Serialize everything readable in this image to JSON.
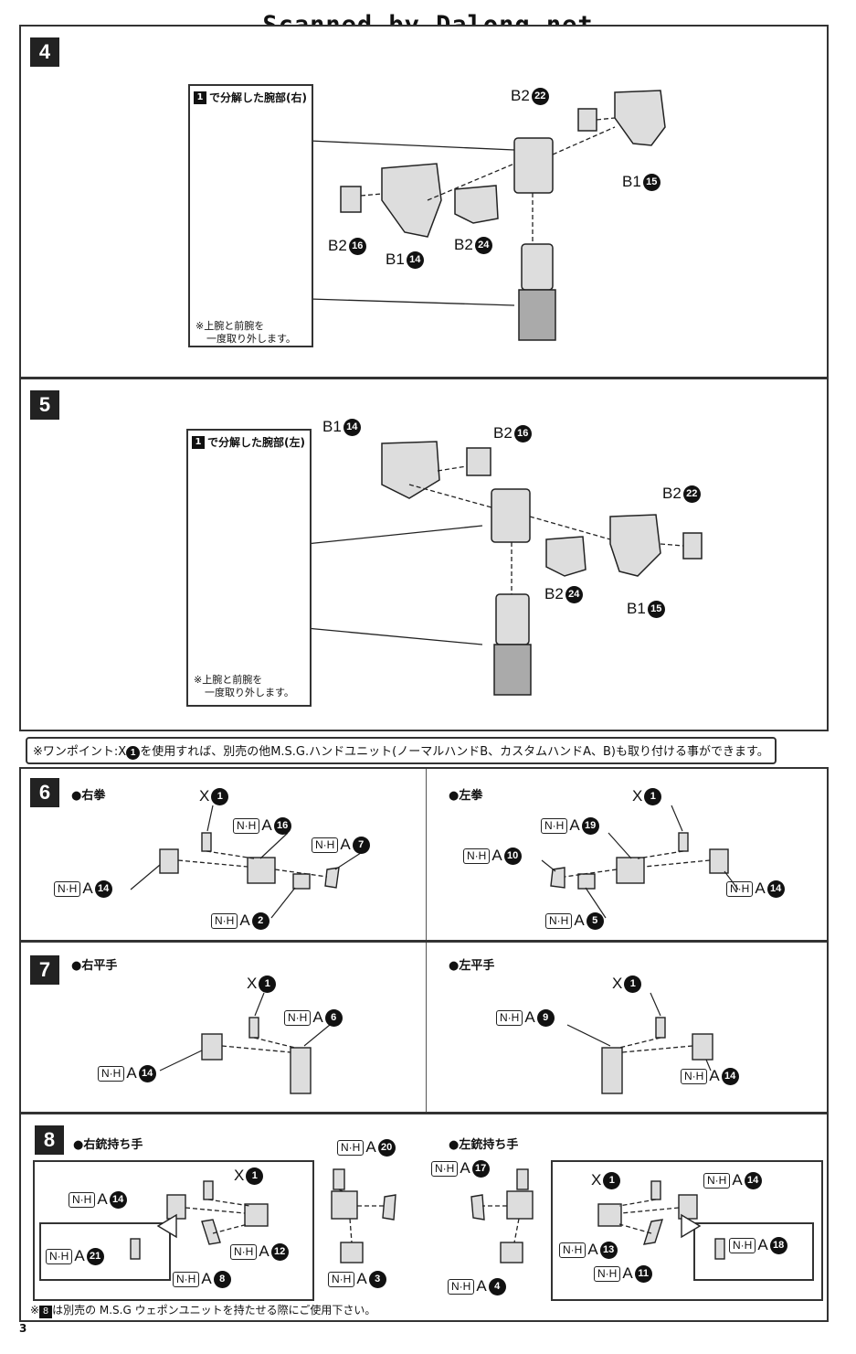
{
  "header": "Scanned by Dalong.net",
  "page_number": "3",
  "step4": {
    "number": "4",
    "subbox_num": "1",
    "subbox_title": "で分解した腕部(右)",
    "subbox_note_line1": "※上腕と前腕を",
    "subbox_note_line2": "一度取り外します。",
    "labels": [
      {
        "text": "B2",
        "num": "22"
      },
      {
        "text": "B1",
        "num": "15"
      },
      {
        "text": "B2",
        "num": "16"
      },
      {
        "text": "B1",
        "num": "14"
      },
      {
        "text": "B2",
        "num": "24"
      }
    ]
  },
  "step5": {
    "number": "5",
    "subbox_num": "1",
    "subbox_title": "で分解した腕部(左)",
    "subbox_note_line1": "※上腕と前腕を",
    "subbox_note_line2": "一度取り外します。",
    "labels": [
      {
        "text": "B1",
        "num": "14"
      },
      {
        "text": "B2",
        "num": "16"
      },
      {
        "text": "B2",
        "num": "22"
      },
      {
        "text": "B2",
        "num": "24"
      },
      {
        "text": "B1",
        "num": "15"
      }
    ]
  },
  "onepoint": {
    "prefix": "※ワンポイント:X",
    "num": "1",
    "text": "を使用すれば、別売の他M.S.G.ハンドユニット(ノーマルハンドB、カスタムハンドA、B)も取り付ける事ができます。"
  },
  "step6": {
    "number": "6",
    "right_title": "●右拳",
    "left_title": "●左拳",
    "right_labels": [
      {
        "text": "X",
        "num": "1"
      },
      {
        "nh": "N·H",
        "text": "A",
        "num": "16"
      },
      {
        "nh": "N·H",
        "text": "A",
        "num": "7"
      },
      {
        "nh": "N·H",
        "text": "A",
        "num": "14"
      },
      {
        "nh": "N·H",
        "text": "A",
        "num": "2"
      }
    ],
    "left_labels": [
      {
        "text": "X",
        "num": "1"
      },
      {
        "nh": "N·H",
        "text": "A",
        "num": "19"
      },
      {
        "nh": "N·H",
        "text": "A",
        "num": "10"
      },
      {
        "nh": "N·H",
        "text": "A",
        "num": "14"
      },
      {
        "nh": "N·H",
        "text": "A",
        "num": "5"
      }
    ]
  },
  "step7": {
    "number": "7",
    "right_title": "●右平手",
    "left_title": "●左平手",
    "right_labels": [
      {
        "text": "X",
        "num": "1"
      },
      {
        "nh": "N·H",
        "text": "A",
        "num": "6"
      },
      {
        "nh": "N·H",
        "text": "A",
        "num": "14"
      }
    ],
    "left_labels": [
      {
        "text": "X",
        "num": "1"
      },
      {
        "nh": "N·H",
        "text": "A",
        "num": "9"
      },
      {
        "nh": "N·H",
        "text": "A",
        "num": "14"
      }
    ]
  },
  "step8": {
    "number": "8",
    "right_title": "●右銃持ち手",
    "left_title": "●左銃持ち手",
    "right_labels": [
      {
        "nh": "N·H",
        "text": "A",
        "num": "20"
      },
      {
        "text": "X",
        "num": "1"
      },
      {
        "nh": "N·H",
        "text": "A",
        "num": "14"
      },
      {
        "nh": "N·H",
        "text": "A",
        "num": "12"
      },
      {
        "nh": "N·H",
        "text": "A",
        "num": "21"
      },
      {
        "nh": "N·H",
        "text": "A",
        "num": "8"
      },
      {
        "nh": "N·H",
        "text": "A",
        "num": "3"
      }
    ],
    "left_labels": [
      {
        "nh": "N·H",
        "text": "A",
        "num": "17"
      },
      {
        "text": "X",
        "num": "1"
      },
      {
        "nh": "N·H",
        "text": "A",
        "num": "14"
      },
      {
        "nh": "N·H",
        "text": "A",
        "num": "13"
      },
      {
        "nh": "N·H",
        "text": "A",
        "num": "11"
      },
      {
        "nh": "N·H",
        "text": "A",
        "num": "18"
      },
      {
        "nh": "N·H",
        "text": "A",
        "num": "4"
      }
    ],
    "footer_prefix": "※",
    "footer_num": "8",
    "footer_text": "は別売の M.S.G ウェポンユニットを持たせる際にご使用下さい。"
  }
}
